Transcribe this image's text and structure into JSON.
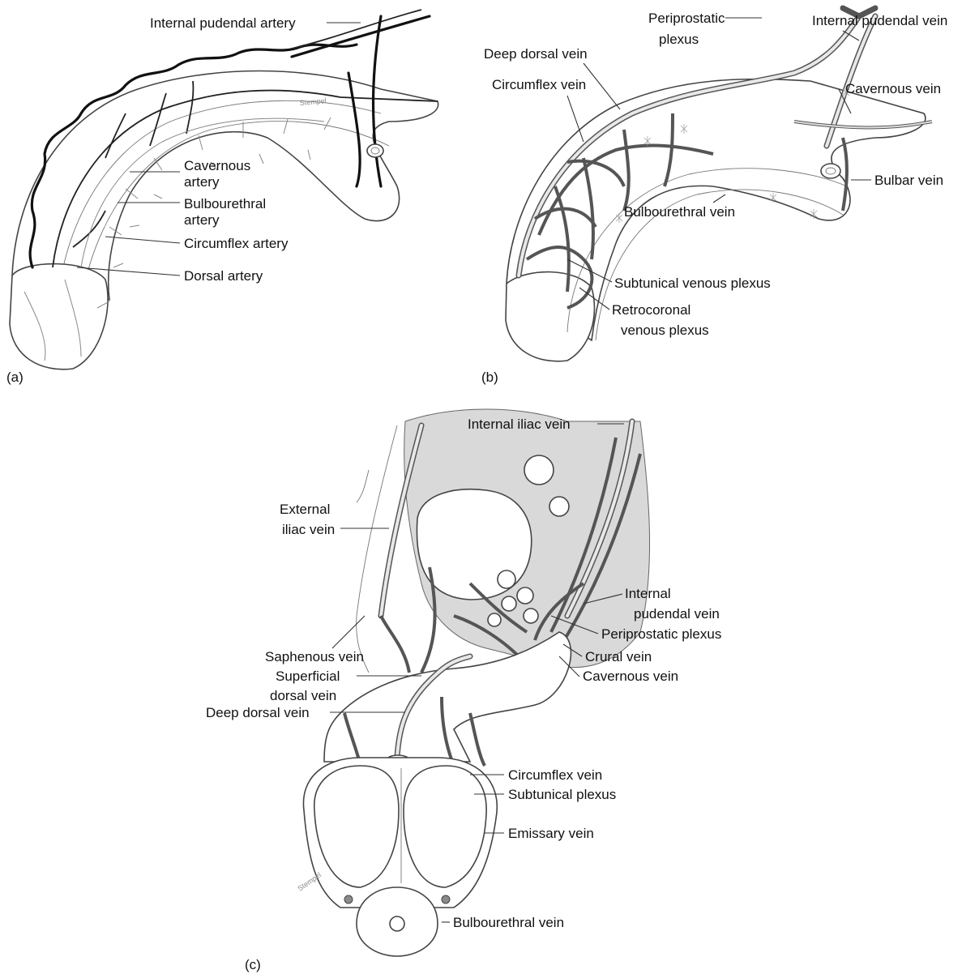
{
  "panels": {
    "a": {
      "panel_label": "(a)",
      "labels": {
        "internal_pudendal_artery": "Internal pudendal artery",
        "cavernous_artery": [
          "Cavernous",
          "artery"
        ],
        "bulbourethral_artery": [
          "Bulbourethral",
          "artery"
        ],
        "circumflex_artery": "Circumflex artery",
        "dorsal_artery": "Dorsal artery"
      }
    },
    "b": {
      "panel_label": "(b)",
      "labels": {
        "periprostatic_plexus": [
          "Periprostatic",
          "plexus"
        ],
        "internal_pudendal_vein": "Internal pudendal vein",
        "deep_dorsal_vein": "Deep dorsal vein",
        "circumflex_vein": "Circumflex vein",
        "cavernous_vein": "Cavernous vein",
        "bulbar_vein": "Bulbar vein",
        "bulbourethral_vein": "Bulbourethral vein",
        "subtunical_venous_plexus": "Subtunical venous plexus",
        "retrocoronal_venous_plexus": [
          "Retrocoronal",
          "venous plexus"
        ]
      }
    },
    "c": {
      "panel_label": "(c)",
      "labels": {
        "internal_iliac_vein": "Internal iliac vein",
        "external_iliac_vein": [
          "External",
          "iliac vein"
        ],
        "internal_pudendal_vein": [
          "Internal",
          "pudendal vein"
        ],
        "periprostatic_plexus": "Periprostatic plexus",
        "saphenous_vein": "Saphenous vein",
        "crural_vein": "Crural vein",
        "superficial_dorsal_vein": [
          "Superficial",
          "dorsal vein"
        ],
        "cavernous_vein": "Cavernous vein",
        "deep_dorsal_vein": "Deep dorsal vein",
        "circumflex_vein": "Circumflex vein",
        "subtunical_plexus": "Subtunical plexus",
        "emissary_vein": "Emissary vein",
        "bulbourethral_vein": "Bulbourethral vein"
      }
    }
  }
}
